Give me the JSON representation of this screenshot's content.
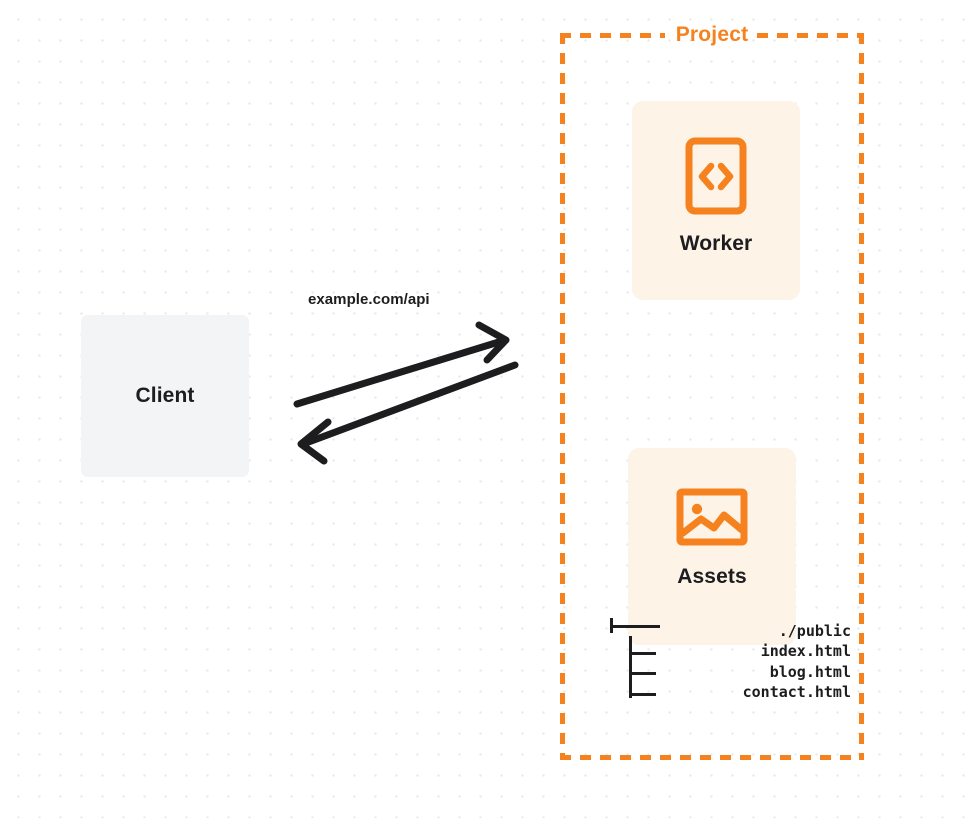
{
  "diagram": {
    "title": "Project",
    "background": {
      "pattern": "dot-grid",
      "dot_color": "#e6e6e8",
      "page_color": "#ffffff"
    },
    "colors": {
      "accent_orange": "#f6821f",
      "card_background": "#fdf3e7",
      "client_background": "#f3f4f6",
      "text_dark": "#1d1d1f"
    },
    "client": {
      "label": "Client"
    },
    "connection": {
      "label": "example.com/api",
      "direction": "bidirectional",
      "outbound_arrow": "arrow-right-up",
      "inbound_arrow": "arrow-left-down"
    },
    "services": [
      {
        "id": "worker",
        "label": "Worker",
        "icon": "code-brackets-icon"
      },
      {
        "id": "assets",
        "label": "Assets",
        "icon": "image-photo-icon"
      }
    ],
    "file_tree": {
      "root": {
        "glyph": "tree-branch",
        "name": "./public"
      },
      "children": [
        {
          "glyph": "tree-child",
          "name": "index.html"
        },
        {
          "glyph": "tree-child",
          "name": "blog.html"
        },
        {
          "glyph": "tree-child",
          "name": "contact.html"
        }
      ]
    }
  }
}
